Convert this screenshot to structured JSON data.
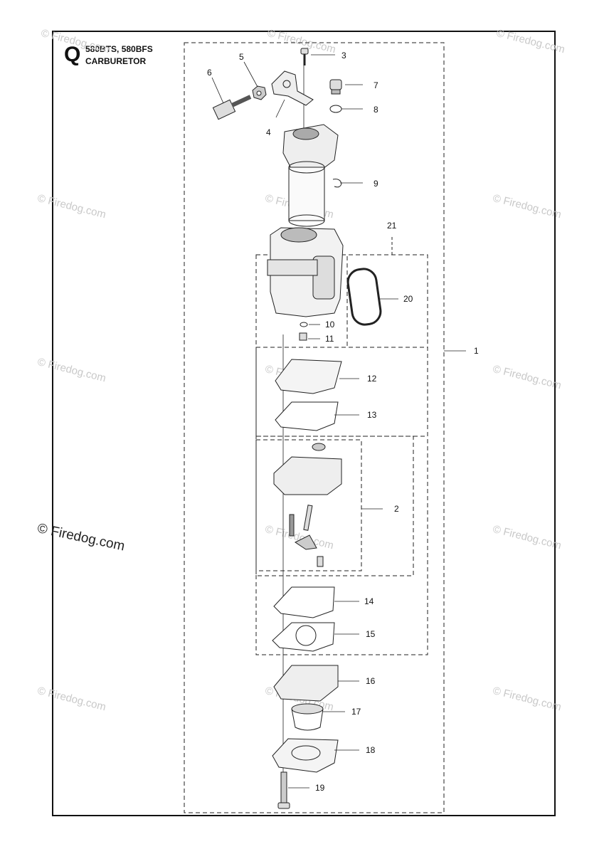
{
  "header": {
    "section_letter": "Q",
    "models": "580BTS, 580BFS",
    "title": "CARBURETOR"
  },
  "watermarks": {
    "small": "© Firedog.com",
    "large": "© Firedog.com"
  },
  "callouts": {
    "c1": "1",
    "c2": "2",
    "c3": "3",
    "c4": "4",
    "c5": "5",
    "c6": "6",
    "c7": "7",
    "c8": "8",
    "c9": "9",
    "c10": "10",
    "c11": "11",
    "c12": "12",
    "c13": "13",
    "c14": "14",
    "c15": "15",
    "c16": "16",
    "c17": "17",
    "c18": "18",
    "c19": "19",
    "c20": "20",
    "c21": "21"
  }
}
